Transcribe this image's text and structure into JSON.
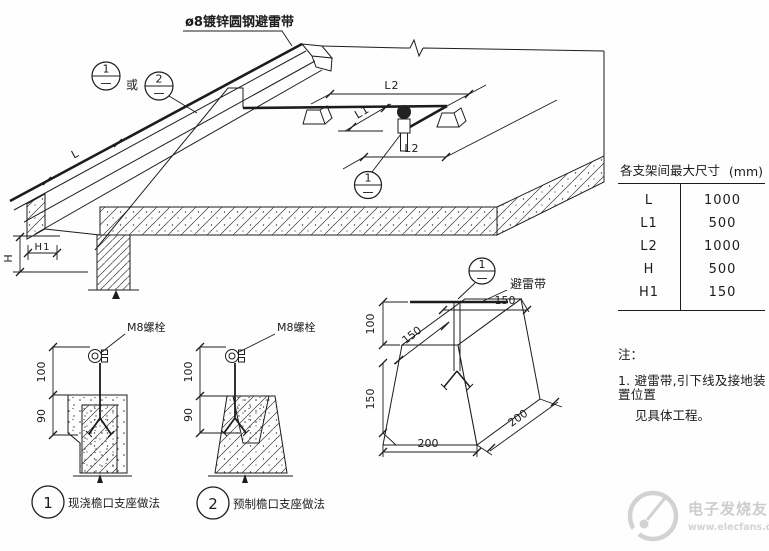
{
  "main": {
    "belt_label": "ø8镀锌圆钢避雷带",
    "or_text": "或",
    "bubble1": "1",
    "bubble2": "2",
    "plan_bubble": "1",
    "dim_L": "L",
    "dim_L1": "L1",
    "dim_L2_top": "L2",
    "dim_L2_bottom": "L2",
    "dim_H": "H",
    "dim_H1": "H1"
  },
  "table": {
    "title": "各支架间最大尺寸",
    "unit": "(mm)",
    "rows": [
      {
        "label": "L",
        "value": "1000"
      },
      {
        "label": "L1",
        "value": "500"
      },
      {
        "label": "L2",
        "value": "1000"
      },
      {
        "label": "H",
        "value": "500"
      },
      {
        "label": "H1",
        "value": "150"
      }
    ]
  },
  "notes": {
    "heading": "注：",
    "item1_line1": "1. 避雷带,引下线及接地装置位置",
    "item1_line2": "见具体工程。"
  },
  "detail1": {
    "bubble": "1",
    "caption": "现浇檐口支座做法",
    "bolt_label": "M8螺栓",
    "dim_top": "100",
    "dim_bottom": "90"
  },
  "detail2": {
    "bubble": "2",
    "caption": "预制檐口支座做法",
    "bolt_label": "M8螺栓",
    "dim_top": "100",
    "dim_bottom": "90"
  },
  "detail3": {
    "bubble": "1",
    "belt_label": "避雷带",
    "dim_v_top": "100",
    "dim_v_bottom": "150",
    "dim_top_face": "150",
    "dim_top_right": "150",
    "dim_bottom": "200",
    "dim_side": "200"
  },
  "watermark": {
    "brand": "电子发烧友",
    "url": "www.elecfans.com"
  }
}
